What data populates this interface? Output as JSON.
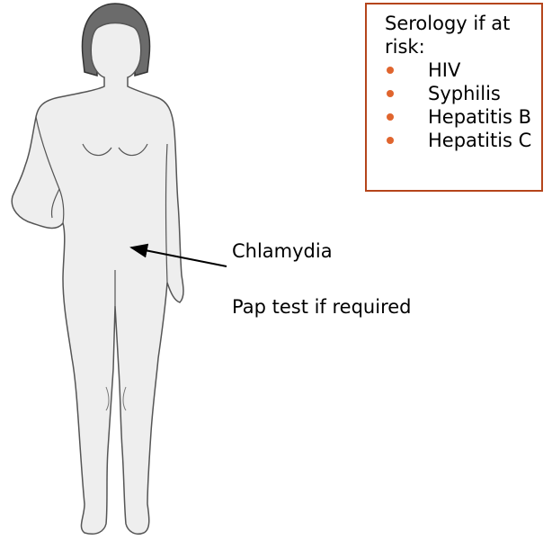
{
  "labels": {
    "chlamydia": "Chlamydia",
    "pap_test": "Pap test if required"
  },
  "serology": {
    "title": "Serology if at risk:",
    "items": [
      "HIV",
      "Syphilis",
      "Hepatitis B",
      "Hepatitis C"
    ]
  },
  "colors": {
    "box_border": "#b5451b",
    "bullet": "#e0652e",
    "body_fill": "#eeeeee",
    "body_outline": "#555555",
    "hair": "#6b6b6b"
  },
  "icons": {
    "figure": "female-body-outline",
    "pointer": "arrow"
  }
}
